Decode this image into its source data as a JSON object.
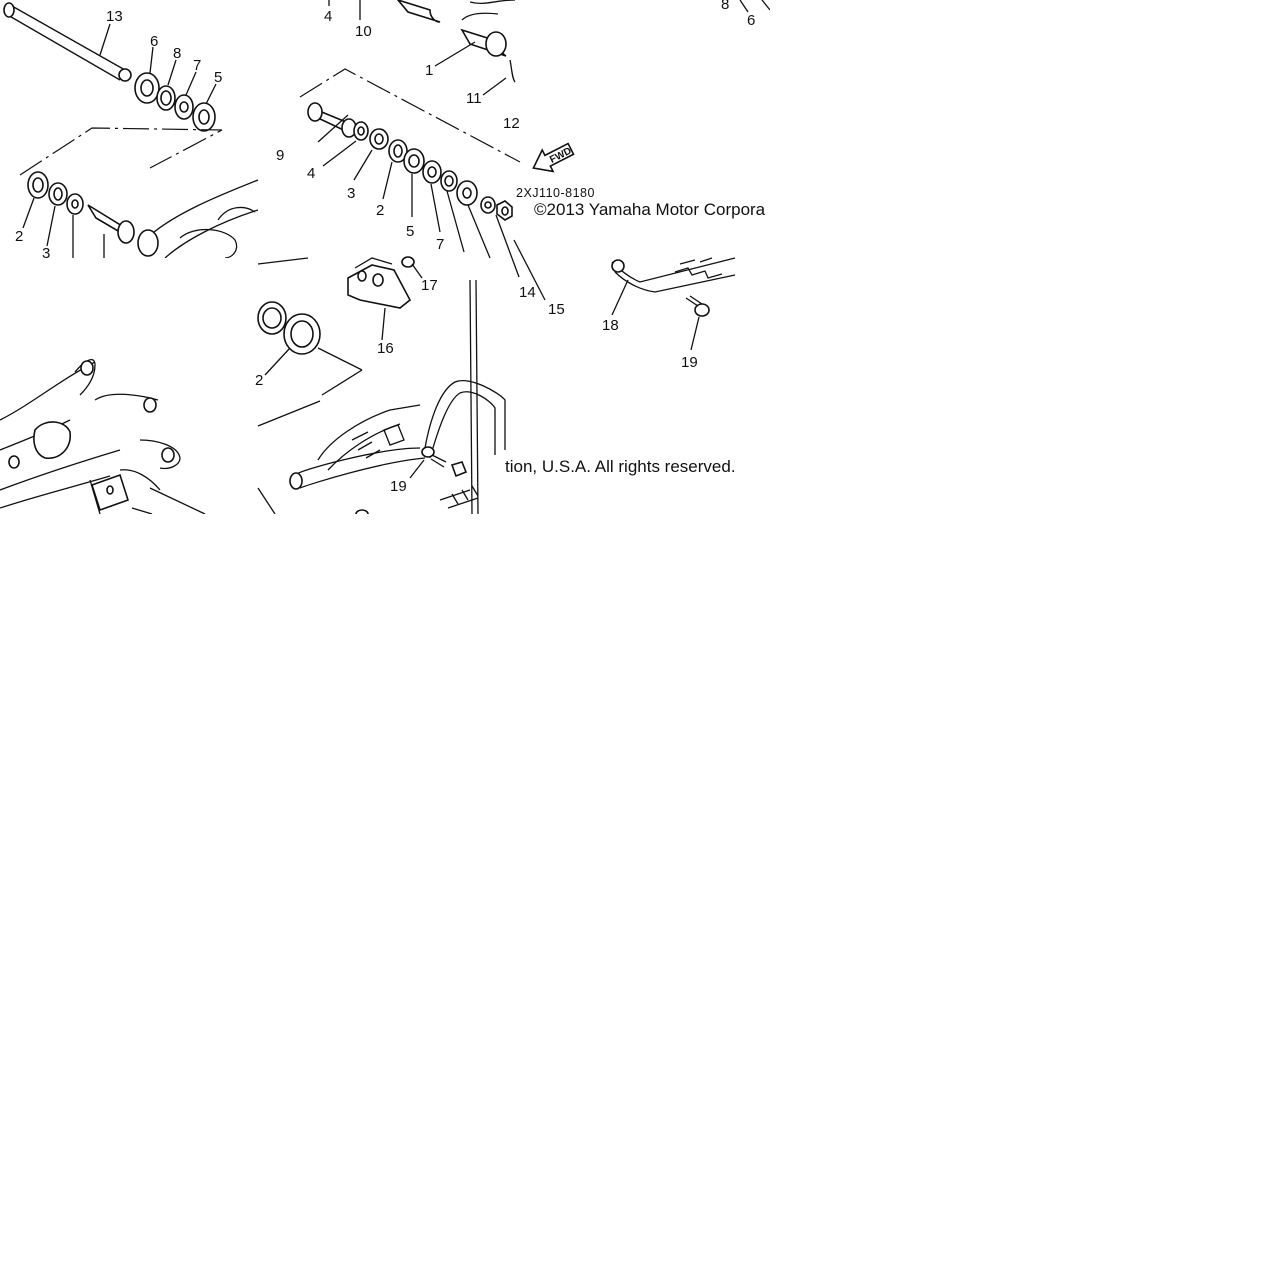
{
  "diagram": {
    "copyright_top": "©2013 Yamaha Motor Corpora",
    "copyright_bottom": "tion, U.S.A. All rights reserved.",
    "diagram_code": "2XJ110-8180",
    "fwd_label": "FWD",
    "callouts": [
      {
        "id": "c13a",
        "label": "13"
      },
      {
        "id": "c6a",
        "label": "6"
      },
      {
        "id": "c8a",
        "label": "8"
      },
      {
        "id": "c7a",
        "label": "7"
      },
      {
        "id": "c5a",
        "label": "5"
      },
      {
        "id": "c2a",
        "label": "2"
      },
      {
        "id": "c3a",
        "label": "3"
      },
      {
        "id": "c4top",
        "label": "4"
      },
      {
        "id": "c10top",
        "label": "10"
      },
      {
        "id": "c1top",
        "label": "1"
      },
      {
        "id": "c11top",
        "label": "11"
      },
      {
        "id": "c12top",
        "label": "12"
      },
      {
        "id": "c8top",
        "label": "8"
      },
      {
        "id": "c6top",
        "label": "6"
      },
      {
        "id": "c9b",
        "label": "9"
      },
      {
        "id": "c4b",
        "label": "4"
      },
      {
        "id": "c3b",
        "label": "3"
      },
      {
        "id": "c2b",
        "label": "2"
      },
      {
        "id": "c5b",
        "label": "5"
      },
      {
        "id": "c7b",
        "label": "7"
      },
      {
        "id": "c14",
        "label": "14"
      },
      {
        "id": "c15",
        "label": "15"
      },
      {
        "id": "c17",
        "label": "17"
      },
      {
        "id": "c16",
        "label": "16"
      },
      {
        "id": "c2c",
        "label": "2"
      },
      {
        "id": "c18",
        "label": "18"
      },
      {
        "id": "c19a",
        "label": "19"
      },
      {
        "id": "c19b",
        "label": "19"
      }
    ]
  }
}
